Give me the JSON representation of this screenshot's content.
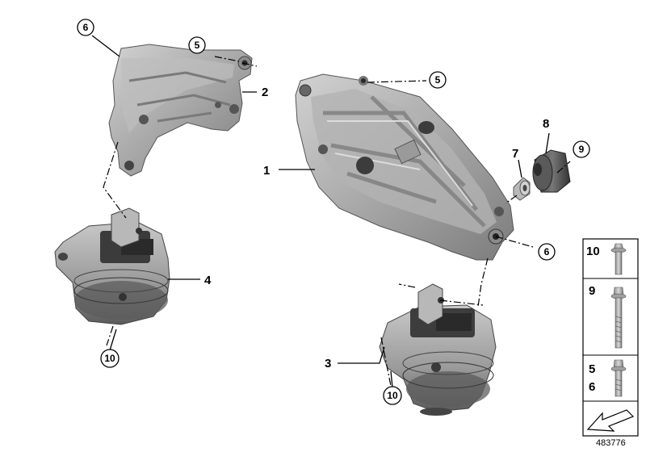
{
  "callouts": {
    "p1": "1",
    "p2": "2",
    "p3": "3",
    "p4": "4",
    "p5_top": "5",
    "p5_right": "5",
    "p6_top": "6",
    "p6_right": "6",
    "p7": "7",
    "p8": "8",
    "p9": "9",
    "p10_left": "10",
    "p10_bottom": "10"
  },
  "legend": {
    "rows": [
      {
        "labels": [
          "10"
        ]
      },
      {
        "labels": [
          "9"
        ]
      },
      {
        "labels": [
          "5",
          "6"
        ]
      }
    ]
  },
  "document_id": "483776",
  "colors": {
    "part_light": "#c9c9c9",
    "part_mid": "#a9a9a9",
    "part_dark": "#6e6e6e",
    "part_darkest": "#3e3e3e",
    "line": "#000000"
  }
}
